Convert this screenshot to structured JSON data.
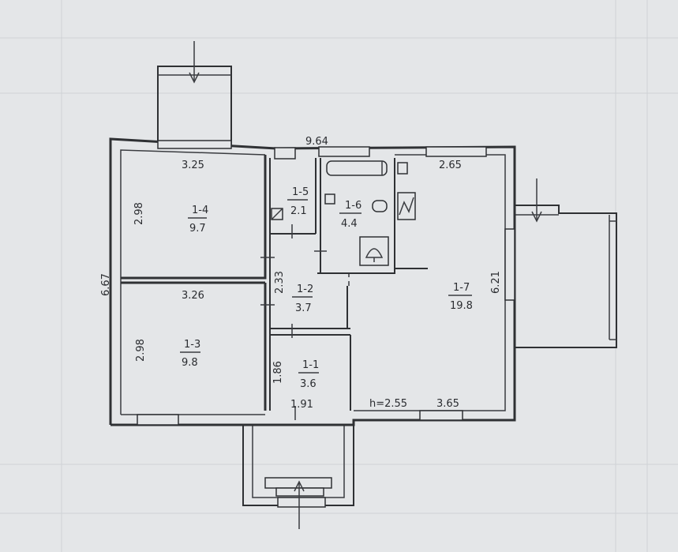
{
  "overall": {
    "width": "9.64",
    "depth": "6.67",
    "height": "h=2.55"
  },
  "rooms": [
    {
      "id": "1-4",
      "area": "9.7",
      "width": "3.25",
      "depth": "2.98"
    },
    {
      "id": "1-3",
      "area": "9.8",
      "width": "3.26",
      "depth": "2.98"
    },
    {
      "id": "1-5",
      "area": "2.1"
    },
    {
      "id": "1-6",
      "area": "4.4"
    },
    {
      "id": "1-2",
      "area": "3.7",
      "depth": "2.33"
    },
    {
      "id": "1-1",
      "area": "3.6",
      "width": "1.91",
      "depth": "1.86"
    },
    {
      "id": "1-7",
      "area": "19.8",
      "width": "2.65",
      "depth": "6.21",
      "width_bottom": "3.65"
    }
  ]
}
